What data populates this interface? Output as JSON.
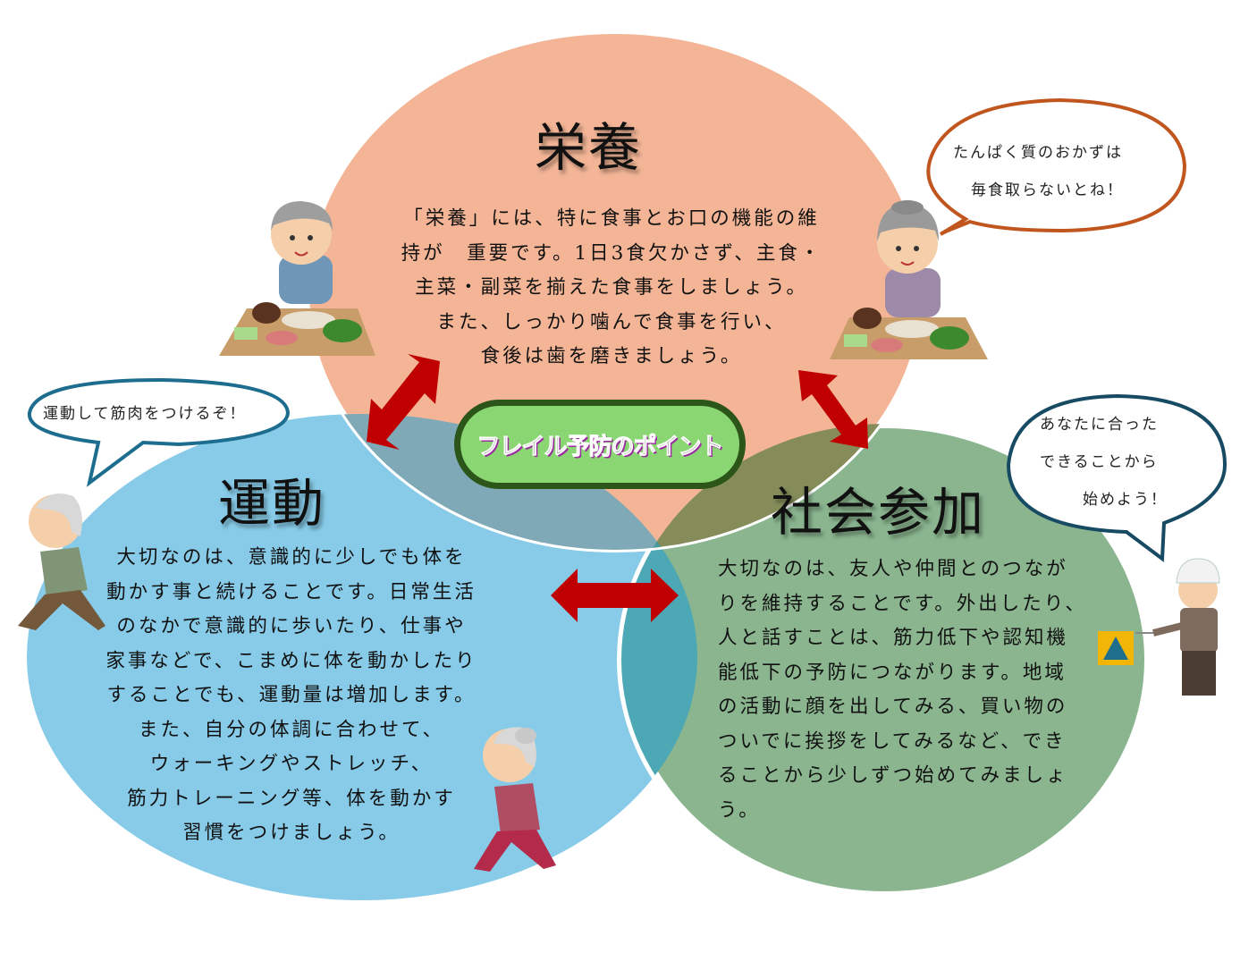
{
  "center": {
    "label": "フレイル予防のポイント"
  },
  "sections": {
    "nutrition": {
      "title": "栄養",
      "color": "#f3b596",
      "lines": [
        "「栄養」には、特に食事とお口の機能の維",
        "持が　重要です。1日3食欠かさず、主食・",
        "主菜・副菜を揃えた食事をしましょう。",
        "また、しっかり噛んで食事を行い、",
        "食後は歯を磨きましょう。"
      ]
    },
    "exercise": {
      "title": "運動",
      "color": "#87cbe8",
      "lines": [
        "大切なのは、意識的に少しでも体を",
        "動かす事と続けることです。日常生活",
        "のなかで意識的に歩いたり、仕事や",
        "家事などで、こまめに体を動かしたり",
        "することでも、運動量は増加します。",
        "また、自分の体調に合わせて、",
        "ウォーキングやストレッチ、",
        "筋力トレーニング等、体を動かす",
        "習慣をつけましょう。"
      ]
    },
    "social": {
      "title": "社会参加",
      "color": "#8ab58f",
      "lines": [
        "大切なのは、友人や仲間とのつなが",
        "りを維持することです。外出したり、",
        "人と話すことは、筋力低下や認知機",
        "能低下の予防につながります。地域",
        "の活動に顔を出してみる、買い物の",
        "ついでに挨拶をしてみるなど、でき",
        "ることから少しずつ始めてみましょ",
        "う。"
      ]
    }
  },
  "bubbles": {
    "nutrition": {
      "lines": [
        "たんぱく質のおかずは",
        "毎食取らないとね！"
      ],
      "border": "#c0561e"
    },
    "exercise": {
      "lines": [
        "運動して筋肉をつけるぞ！"
      ],
      "border": "#1d6d8f"
    },
    "social": {
      "lines": [
        "あなたに合った",
        "できることから",
        "始めよう！"
      ],
      "border": "#174a63"
    }
  },
  "arrows": {
    "color": "#c00000"
  },
  "illustrations": [
    "elderly-man-eating",
    "elderly-woman-eating",
    "elderly-man-stretching",
    "elderly-woman-stretching",
    "crossing-guard-with-flag"
  ]
}
